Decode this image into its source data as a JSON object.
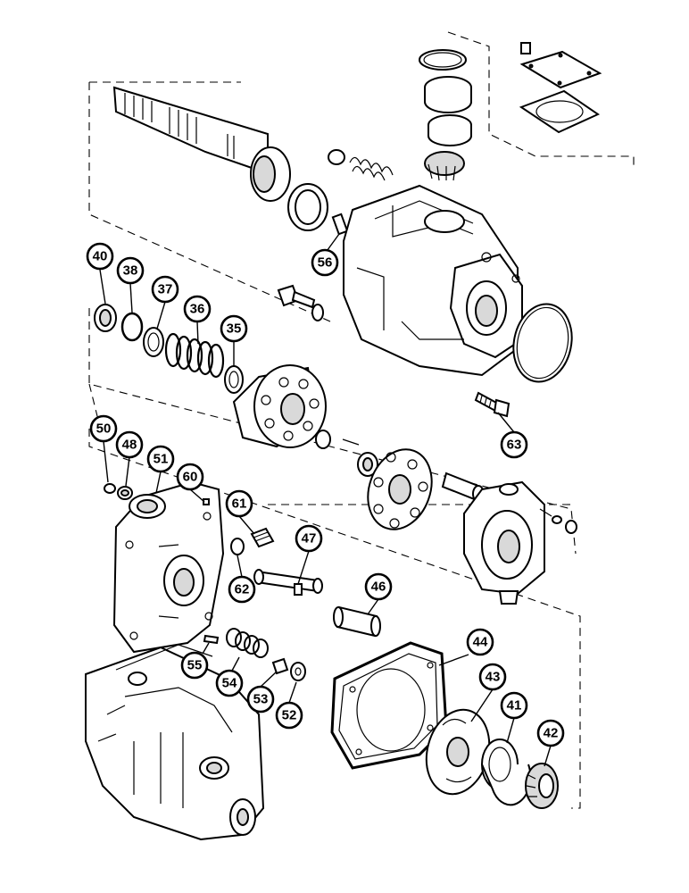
{
  "callouts": [
    {
      "id": "c56",
      "label": "56"
    },
    {
      "id": "c40",
      "label": "40"
    },
    {
      "id": "c38",
      "label": "38"
    },
    {
      "id": "c37",
      "label": "37"
    },
    {
      "id": "c36",
      "label": "36"
    },
    {
      "id": "c35",
      "label": "35"
    },
    {
      "id": "c63",
      "label": "63"
    },
    {
      "id": "c50",
      "label": "50"
    },
    {
      "id": "c48",
      "label": "48"
    },
    {
      "id": "c51",
      "label": "51"
    },
    {
      "id": "c60",
      "label": "60"
    },
    {
      "id": "c61",
      "label": "61"
    },
    {
      "id": "c47",
      "label": "47"
    },
    {
      "id": "c46",
      "label": "46"
    },
    {
      "id": "c62",
      "label": "62"
    },
    {
      "id": "c44",
      "label": "44"
    },
    {
      "id": "c43",
      "label": "43"
    },
    {
      "id": "c41",
      "label": "41"
    },
    {
      "id": "c42",
      "label": "42"
    },
    {
      "id": "c55",
      "label": "55"
    },
    {
      "id": "c54",
      "label": "54"
    },
    {
      "id": "c53",
      "label": "53"
    },
    {
      "id": "c52",
      "label": "52"
    }
  ]
}
